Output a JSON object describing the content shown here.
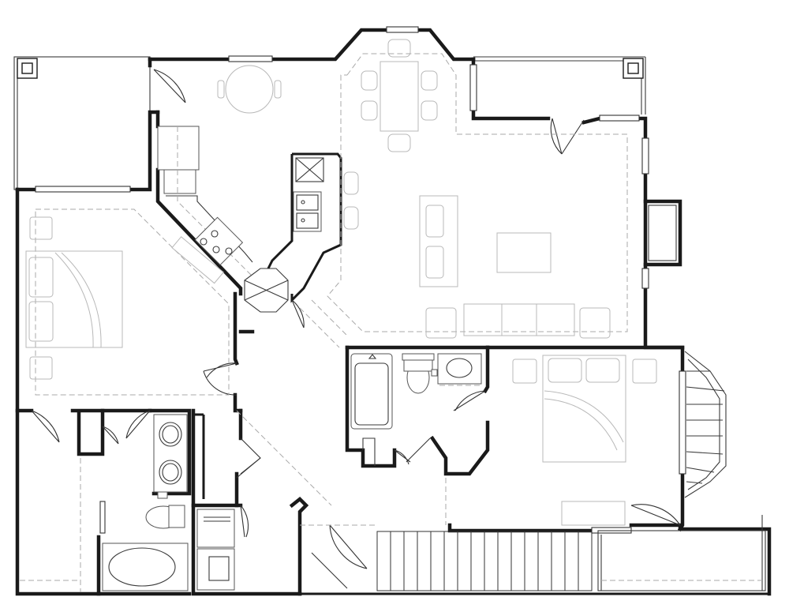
{
  "plan": {
    "colors": {
      "wall": "#1a1a1a",
      "fixture": "#555555",
      "furniture": "#b8b8b8",
      "background": "#ffffff"
    },
    "stair_treads": 16,
    "rooms": [
      "dining",
      "kitchen",
      "living",
      "bedroom-left",
      "bedroom-right",
      "bath-left",
      "bath-center",
      "laundry",
      "balcony-left",
      "balcony-right",
      "stairs"
    ]
  }
}
